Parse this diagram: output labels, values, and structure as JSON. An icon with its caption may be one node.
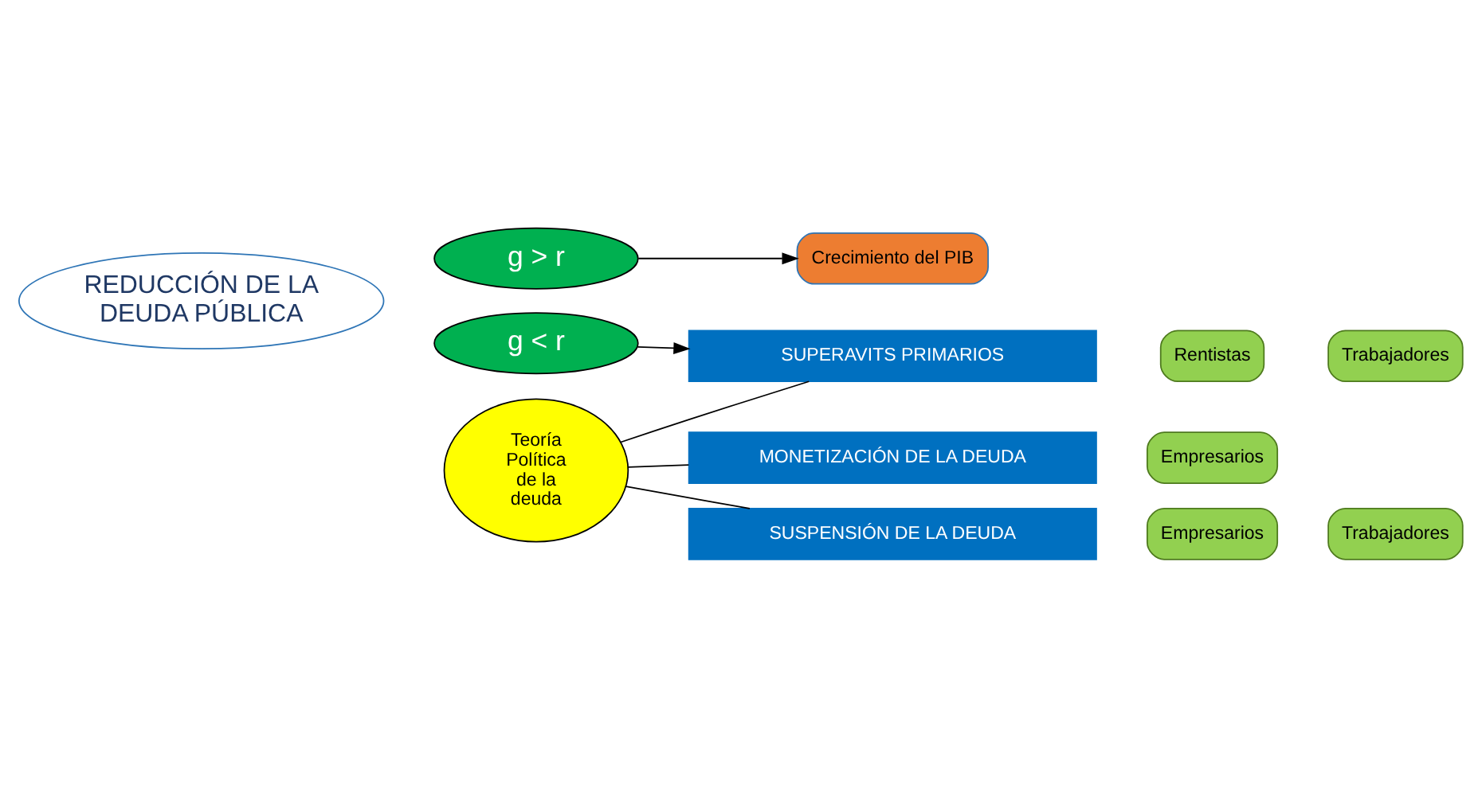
{
  "diagram": {
    "nodes": [
      {
        "text": [
          "REDUCCIÓN DE LA DEUDA PÚBLICA"
        ]
      },
      {
        "text": [
          "g > r"
        ]
      },
      {
        "text": [
          "g < r"
        ]
      },
      {
        "text": [
          "SUPERAVITS PRIMARIOS"
        ]
      },
      {
        "text": [
          "Rentistas"
        ]
      },
      {
        "text": [
          "Trabajadores"
        ]
      },
      {
        "text": [
          "Crecimiento del PIB"
        ]
      },
      {
        "text": [
          "Teoría Política de la deuda"
        ]
      },
      {
        "text": [
          "MONETIZACIÓN DE LA DEUDA"
        ]
      },
      {
        "text": [
          "Empresarios"
        ]
      },
      {
        "text": [
          "SUSPENSIÓN DE LA DEUDA"
        ]
      },
      {
        "text": [
          "Empresarios"
        ]
      },
      {
        "text": [
          "Trabajadores"
        ]
      }
    ],
    "edges": [
      {
        "from": 1,
        "to": 6,
        "arrow": "to"
      },
      {
        "from": 2,
        "to": 3,
        "arrow": "to"
      },
      {
        "from": 7,
        "to": 3,
        "arrow": "none"
      },
      {
        "from": 7,
        "to": 8,
        "arrow": "none"
      },
      {
        "from": 7,
        "to": 10,
        "arrow": "none"
      }
    ]
  }
}
